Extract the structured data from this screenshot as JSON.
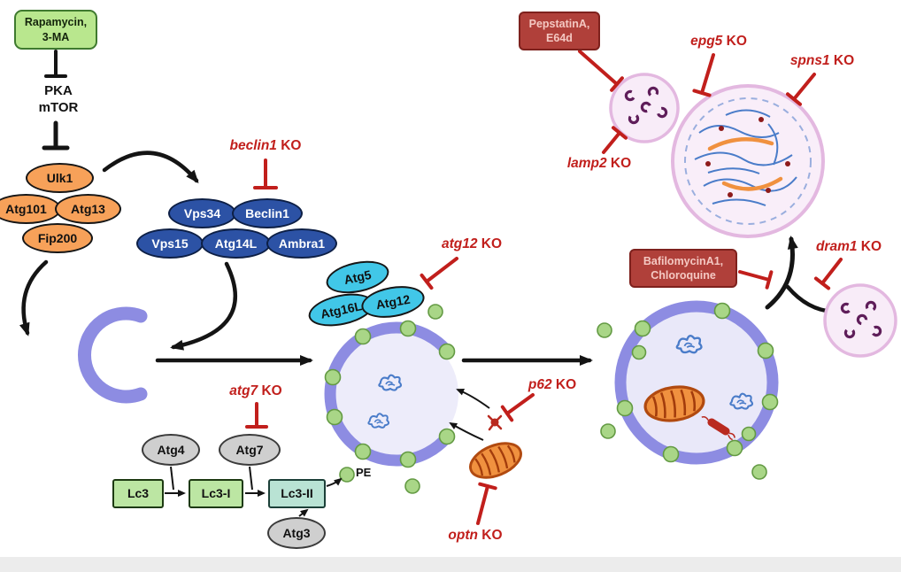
{
  "colors": {
    "ko_red": "#c11f1c",
    "membrane_purple": "#8d8ce2",
    "vesicle_fill": "#edecfa",
    "lysosome_border_pink": "#e3b8e0",
    "lysosome_fill": "#f8ecf8",
    "ulk_orange": "#f7a159",
    "beclin_blue": "#2c52a5",
    "atg_cyan": "#41c7e8",
    "lc3_box_green": "#bce6a3",
    "lc3ii_box_teal": "#b9e3d4",
    "gray_node": "#cfcfcf",
    "drug_green_fill": "#b9e78e",
    "drug_red_fill": "#b0403a",
    "lc3_dot_green": "#a9d687",
    "mito_orange": "#f0913f",
    "cargo_blue": "#4a7cc9",
    "enzyme_purple": "#5f1e5a"
  },
  "drugs": {
    "rapamycin": {
      "label": "Rapamycin,\n3-MA"
    },
    "pepstatin": {
      "label": "PepstatinA,\nE64d"
    },
    "bafilomycin": {
      "label": "BafilomycinA1,\nChloroquine"
    }
  },
  "nodes": {
    "kinases": {
      "label": "PKA\nmTOR"
    },
    "ulk1": {
      "label": "Ulk1"
    },
    "atg101": {
      "label": "Atg101"
    },
    "atg13": {
      "label": "Atg13"
    },
    "fip200": {
      "label": "Fip200"
    },
    "vps34": {
      "label": "Vps34"
    },
    "beclin1": {
      "label": "Beclin1"
    },
    "vps15": {
      "label": "Vps15"
    },
    "atg14l": {
      "label": "Atg14L"
    },
    "ambra1": {
      "label": "Ambra1"
    },
    "atg5": {
      "label": "Atg5"
    },
    "atg16l": {
      "label": "Atg16L"
    },
    "atg12": {
      "label": "Atg12"
    },
    "atg4": {
      "label": "Atg4"
    },
    "atg7": {
      "label": "Atg7"
    },
    "atg3": {
      "label": "Atg3"
    },
    "lc3": {
      "label": "Lc3"
    },
    "lc3_i": {
      "label": "Lc3-I"
    },
    "lc3_ii": {
      "label": "Lc3-II"
    },
    "pe": {
      "label": "PE"
    }
  },
  "knockouts": {
    "beclin1_ko": {
      "gene": "beclin1",
      "suffix": " KO"
    },
    "atg12_ko": {
      "gene": "atg12",
      "suffix": " KO"
    },
    "atg7_ko": {
      "gene": "atg7",
      "suffix": " KO"
    },
    "p62_ko": {
      "gene": "p62",
      "suffix": " KO"
    },
    "optn_ko": {
      "gene": "optn",
      "suffix": " KO"
    },
    "epg5_ko": {
      "gene": "epg5",
      "suffix": " KO"
    },
    "spns1_ko": {
      "gene": "spns1",
      "suffix": " KO"
    },
    "lamp2_ko": {
      "gene": "lamp2",
      "suffix": " KO"
    },
    "dram1_ko": {
      "gene": "dram1",
      "suffix": " KO"
    }
  }
}
